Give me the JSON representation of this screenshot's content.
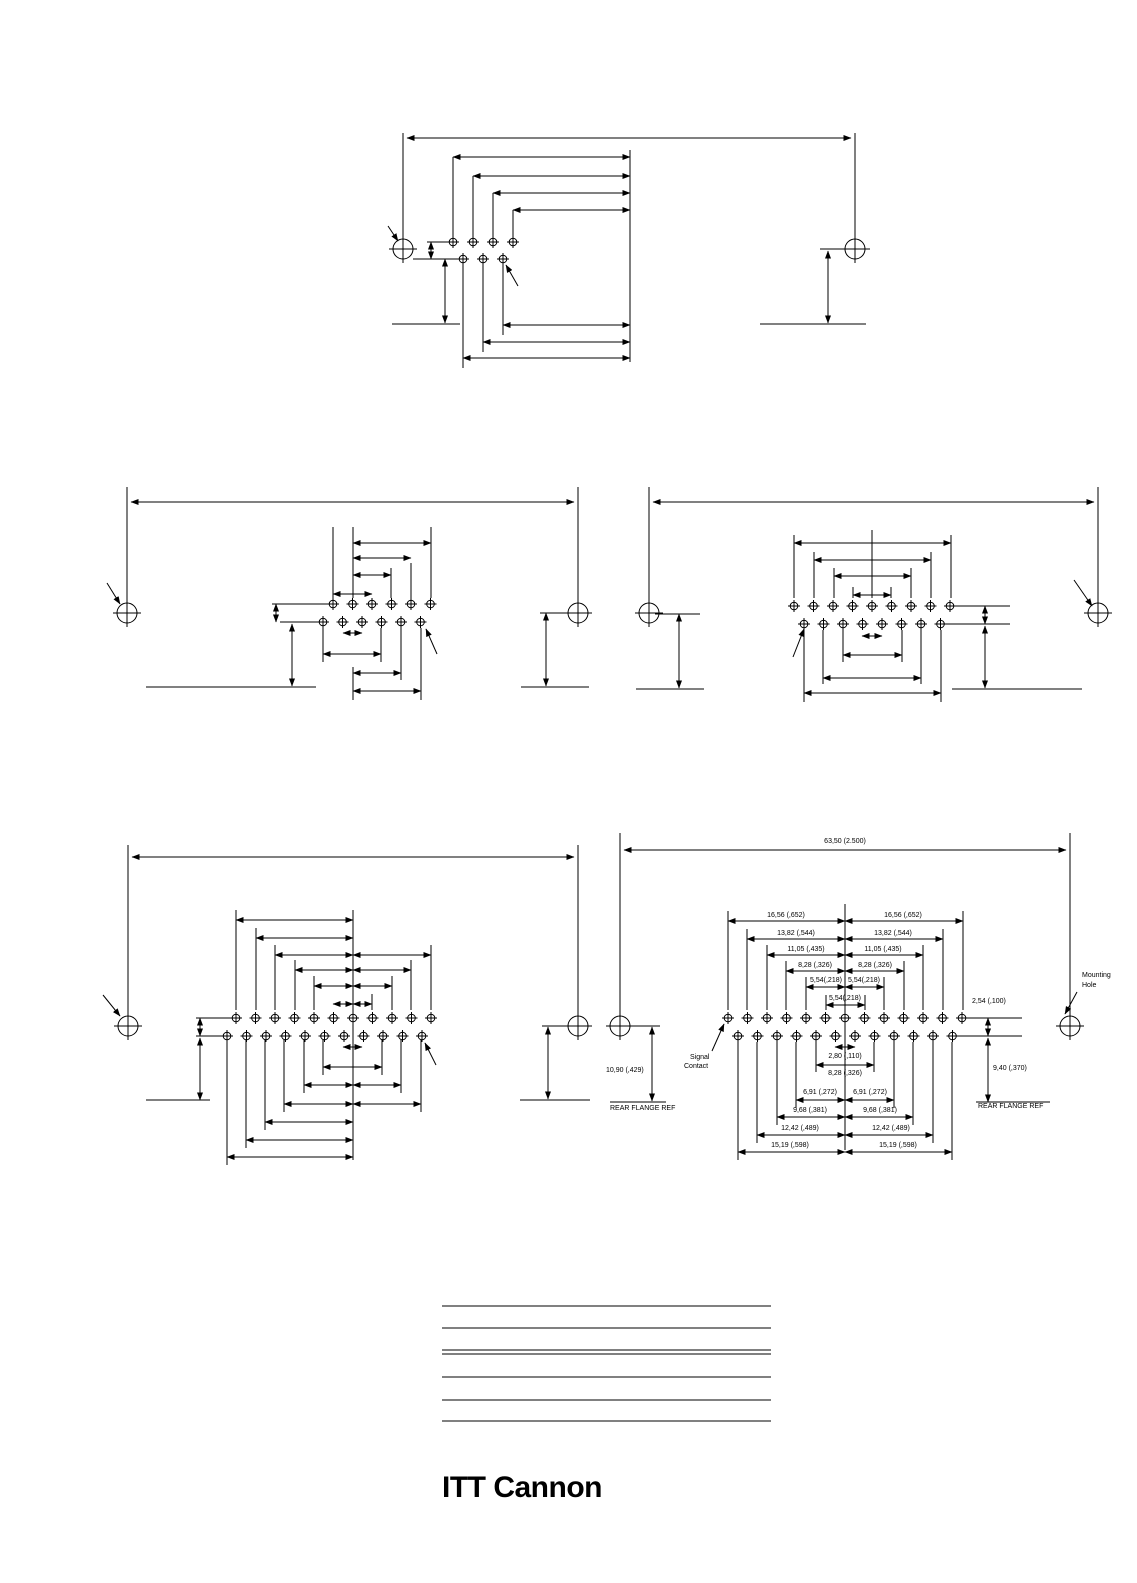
{
  "drawing": {
    "overall_dimension": "63,50 (2.500)",
    "upper_row_dimensions": [
      "16,56 (,652)",
      "13,82 (,544)",
      "11,05 (,435)",
      "8,28 (,326)",
      "5,54(,218)"
    ],
    "center_dimension": "5,54(,218)",
    "lower_row_dimensions": [
      "12,42 (,489)",
      "9,68 (,381)",
      "6,91 (,272)",
      "15,19 (,598)"
    ],
    "lower_center_dimensions": [
      "2,80 (,110)",
      "8,28 (,326)"
    ],
    "row_spacing": "2,54 (,100)",
    "left_offset": "10,90 (,429)",
    "right_offset": "9,40 (,370)",
    "rear_flange_label": "REAR FLANGE REF",
    "signal_contact_label": [
      "Signal",
      "Contact"
    ],
    "mounting_hole_label": [
      "Mounting",
      "Hole"
    ],
    "logo": "ITT Cannon"
  },
  "colors": {
    "ink": "#000000",
    "paper": "#ffffff"
  }
}
